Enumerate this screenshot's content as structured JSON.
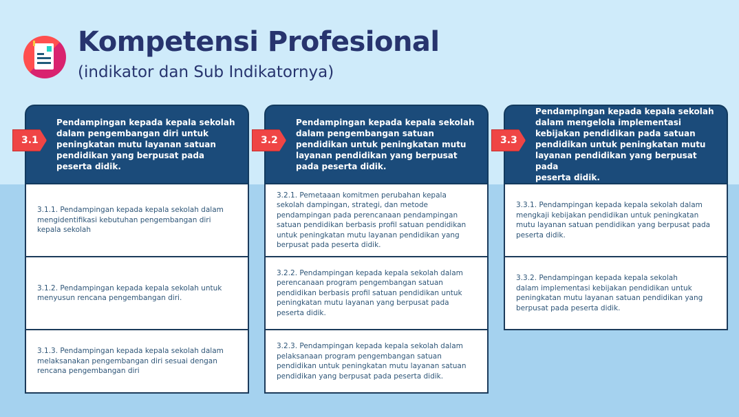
{
  "header": {
    "title": "Kompetensi Profesional",
    "subtitle": "(indikator dan Sub Indikatornya)",
    "icon": "document-icon"
  },
  "columns": [
    {
      "badge": "3.1",
      "heading": "Pendampingan kepada kepala sekolah\ndalam pengembangan diri untuk\npeningkatan mutu layanan satuan\npendidikan yang berpusat pada\npeserta didik.",
      "items": [
        "3.1.1. Pendampingan kepada kepala sekolah dalam\nmengidentifikasi kebutuhan pengembangan diri\nkepala sekolah",
        "3.1.2. Pendampingan kepada kepala sekolah untuk\nmenyusun rencana pengembangan diri.",
        "3.1.3. Pendampingan kepada kepala sekolah dalam\nmelaksanakan pengembangan diri sesuai dengan\nrencana pengembangan diri"
      ]
    },
    {
      "badge": "3.2",
      "heading": "Pendampingan kepada kepala sekolah\ndalam pengembangan satuan\npendidikan untuk peningkatan mutu\nlayanan pendidikan yang berpusat\npada peserta didik.",
      "items": [
        "3.2.1. Pemetaaan komitmen perubahan kepala\nsekolah dampingan, strategi, dan metode\npendampingan pada perencanaan  pendampingan\nsatuan pendidikan berbasis profil satuan pendidikan\nuntuk peningkatan mutu layanan pendidikan yang\nberpusat pada peserta didik.",
        "3.2.2. Pendampingan kepada kepala sekolah dalam\nperencanaan program pengembangan satuan\npendidikan berbasis profil satuan pendidikan untuk\npeningkatan mutu layanan yang berpusat pada\npeserta didik.",
        "3.2.3. Pendampingan kepada kepala sekolah dalam\npelaksanaan program pengembangan satuan\npendidikan untuk peningkatan mutu layanan satuan\npendidikan yang berpusat pada peserta didik."
      ]
    },
    {
      "badge": "3.3",
      "heading": "Pendampingan kepada kepala sekolah\ndalam mengelola implementasi\nkebijakan pendidikan pada satuan\npendidikan untuk peningkatan mutu\nlayanan pendidikan yang berpusat pada\npeserta didik.",
      "items": [
        "3.3.1. Pendampingan kepada kepala sekolah dalam\nmengkaji kebijakan pendidikan untuk peningkatan\nmutu layanan satuan pendidikan yang berpusat pada\npeserta didik.",
        "3.3.2. Pendampingan kepada kepala sekolah\ndalam implementasi kebijakan pendidikan untuk\npeningkatan mutu layanan satuan pendidikan yang\nberpusat pada peserta didik."
      ]
    }
  ]
}
